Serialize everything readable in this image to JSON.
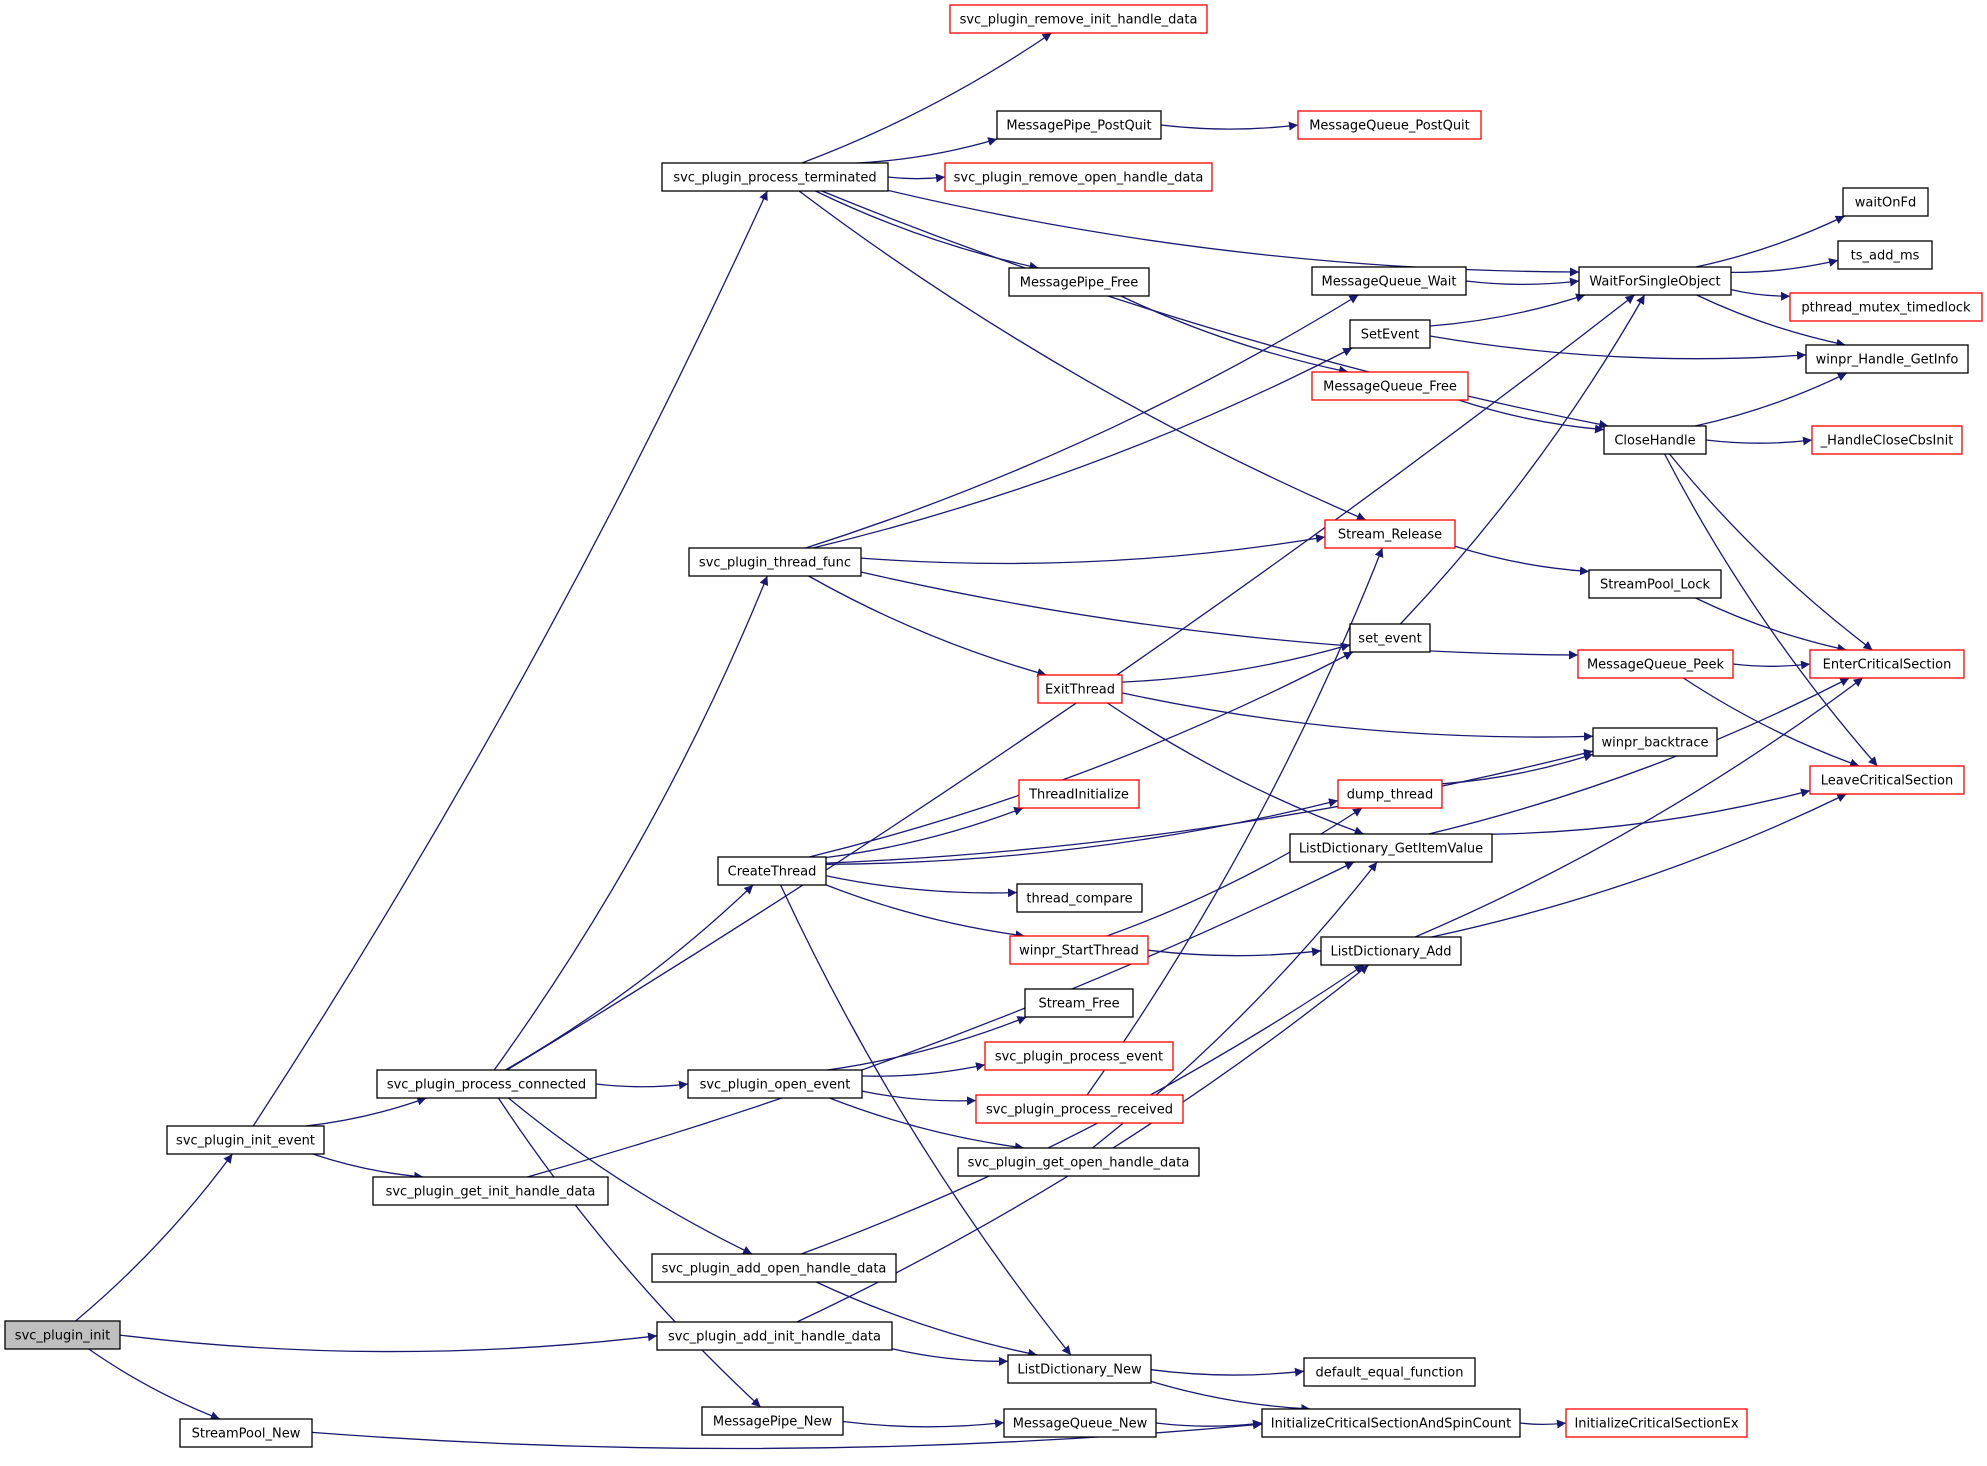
{
  "colors": {
    "edge": "#191970",
    "defined_border": "#000000",
    "undocumented_border": "#ff0000",
    "root_fill": "#bfbfbf"
  },
  "nodes": [
    {
      "id": "svc_plugin_init",
      "label": "svc_plugin_init",
      "style": "root"
    },
    {
      "id": "svc_plugin_init_event",
      "label": "svc_plugin_init_event",
      "style": "normal"
    },
    {
      "id": "StreamPool_New",
      "label": "StreamPool_New",
      "style": "normal"
    },
    {
      "id": "svc_plugin_process_connected",
      "label": "svc_plugin_process_connected",
      "style": "normal"
    },
    {
      "id": "svc_plugin_get_init_handle_data",
      "label": "svc_plugin_get_init_handle_data",
      "style": "normal"
    },
    {
      "id": "svc_plugin_add_open_handle_data",
      "label": "svc_plugin_add_open_handle_data",
      "style": "normal"
    },
    {
      "id": "svc_plugin_add_init_handle_data",
      "label": "svc_plugin_add_init_handle_data",
      "style": "normal"
    },
    {
      "id": "svc_plugin_process_terminated",
      "label": "svc_plugin_process_terminated",
      "style": "normal"
    },
    {
      "id": "svc_plugin_thread_func",
      "label": "svc_plugin_thread_func",
      "style": "normal"
    },
    {
      "id": "CreateThread",
      "label": "CreateThread",
      "style": "normal"
    },
    {
      "id": "svc_plugin_open_event",
      "label": "svc_plugin_open_event",
      "style": "normal"
    },
    {
      "id": "MessagePipe_New",
      "label": "MessagePipe_New",
      "style": "normal"
    },
    {
      "id": "svc_plugin_remove_init_handle_data",
      "label": "svc_plugin_remove_init_handle_data",
      "style": "red"
    },
    {
      "id": "MessagePipe_PostQuit",
      "label": "MessagePipe_PostQuit",
      "style": "normal"
    },
    {
      "id": "svc_plugin_remove_open_handle_data",
      "label": "svc_plugin_remove_open_handle_data",
      "style": "red"
    },
    {
      "id": "MessagePipe_Free",
      "label": "MessagePipe_Free",
      "style": "normal"
    },
    {
      "id": "ExitThread",
      "label": "ExitThread",
      "style": "red"
    },
    {
      "id": "ThreadInitialize",
      "label": "ThreadInitialize",
      "style": "red"
    },
    {
      "id": "thread_compare",
      "label": "thread_compare",
      "style": "normal"
    },
    {
      "id": "winpr_StartThread",
      "label": "winpr_StartThread",
      "style": "red"
    },
    {
      "id": "Stream_Free",
      "label": "Stream_Free",
      "style": "normal"
    },
    {
      "id": "svc_plugin_process_event",
      "label": "svc_plugin_process_event",
      "style": "red"
    },
    {
      "id": "svc_plugin_process_received",
      "label": "svc_plugin_process_received",
      "style": "red"
    },
    {
      "id": "svc_plugin_get_open_handle_data",
      "label": "svc_plugin_get_open_handle_data",
      "style": "normal"
    },
    {
      "id": "ListDictionary_New",
      "label": "ListDictionary_New",
      "style": "normal"
    },
    {
      "id": "MessageQueue_New",
      "label": "MessageQueue_New",
      "style": "normal"
    },
    {
      "id": "MessageQueue_PostQuit",
      "label": "MessageQueue_PostQuit",
      "style": "red"
    },
    {
      "id": "MessageQueue_Wait",
      "label": "MessageQueue_Wait",
      "style": "normal"
    },
    {
      "id": "SetEvent",
      "label": "SetEvent",
      "style": "normal"
    },
    {
      "id": "MessageQueue_Free",
      "label": "MessageQueue_Free",
      "style": "red"
    },
    {
      "id": "Stream_Release",
      "label": "Stream_Release",
      "style": "red"
    },
    {
      "id": "set_event",
      "label": "set_event",
      "style": "normal"
    },
    {
      "id": "dump_thread",
      "label": "dump_thread",
      "style": "red"
    },
    {
      "id": "ListDictionary_GetItemValue",
      "label": "ListDictionary_GetItemValue",
      "style": "normal"
    },
    {
      "id": "ListDictionary_Add",
      "label": "ListDictionary_Add",
      "style": "normal"
    },
    {
      "id": "default_equal_function",
      "label": "default_equal_function",
      "style": "normal"
    },
    {
      "id": "InitializeCriticalSectionAndSpinCount",
      "label": "InitializeCriticalSectionAndSpinCount",
      "style": "normal"
    },
    {
      "id": "WaitForSingleObject",
      "label": "WaitForSingleObject",
      "style": "normal"
    },
    {
      "id": "CloseHandle",
      "label": "CloseHandle",
      "style": "normal"
    },
    {
      "id": "StreamPool_Lock",
      "label": "StreamPool_Lock",
      "style": "normal"
    },
    {
      "id": "MessageQueue_Peek",
      "label": "MessageQueue_Peek",
      "style": "red"
    },
    {
      "id": "winpr_backtrace",
      "label": "winpr_backtrace",
      "style": "normal"
    },
    {
      "id": "InitializeCriticalSectionEx",
      "label": "InitializeCriticalSectionEx",
      "style": "red"
    },
    {
      "id": "waitOnFd",
      "label": "waitOnFd",
      "style": "normal"
    },
    {
      "id": "ts_add_ms",
      "label": "ts_add_ms",
      "style": "normal"
    },
    {
      "id": "pthread_mutex_timedlock",
      "label": "pthread_mutex_timedlock",
      "style": "red"
    },
    {
      "id": "winpr_Handle_GetInfo",
      "label": "winpr_Handle_GetInfo",
      "style": "normal"
    },
    {
      "id": "_HandleCloseCbsInit",
      "label": "_HandleCloseCbsInit",
      "style": "red"
    },
    {
      "id": "EnterCriticalSection",
      "label": "EnterCriticalSection",
      "style": "red"
    },
    {
      "id": "LeaveCriticalSection",
      "label": "LeaveCriticalSection",
      "style": "red"
    }
  ],
  "edges": [
    [
      "svc_plugin_init",
      "svc_plugin_init_event"
    ],
    [
      "svc_plugin_init",
      "svc_plugin_add_init_handle_data"
    ],
    [
      "svc_plugin_init",
      "StreamPool_New"
    ],
    [
      "svc_plugin_init_event",
      "svc_plugin_process_terminated"
    ],
    [
      "svc_plugin_init_event",
      "svc_plugin_process_connected"
    ],
    [
      "svc_plugin_init_event",
      "svc_plugin_get_init_handle_data"
    ],
    [
      "StreamPool_New",
      "InitializeCriticalSectionAndSpinCount"
    ],
    [
      "svc_plugin_process_connected",
      "svc_plugin_thread_func"
    ],
    [
      "svc_plugin_process_connected",
      "WaitForSingleObject"
    ],
    [
      "svc_plugin_process_connected",
      "CreateThread"
    ],
    [
      "svc_plugin_process_connected",
      "svc_plugin_open_event"
    ],
    [
      "svc_plugin_process_connected",
      "svc_plugin_add_open_handle_data"
    ],
    [
      "svc_plugin_process_connected",
      "MessagePipe_New"
    ],
    [
      "svc_plugin_get_init_handle_data",
      "ListDictionary_GetItemValue"
    ],
    [
      "svc_plugin_add_open_handle_data",
      "ListDictionary_Add"
    ],
    [
      "svc_plugin_add_open_handle_data",
      "ListDictionary_New"
    ],
    [
      "svc_plugin_add_init_handle_data",
      "ListDictionary_Add"
    ],
    [
      "svc_plugin_add_init_handle_data",
      "ListDictionary_New"
    ],
    [
      "svc_plugin_process_terminated",
      "svc_plugin_remove_init_handle_data"
    ],
    [
      "svc_plugin_process_terminated",
      "WaitForSingleObject"
    ],
    [
      "svc_plugin_process_terminated",
      "MessagePipe_PostQuit"
    ],
    [
      "svc_plugin_process_terminated",
      "svc_plugin_remove_open_handle_data"
    ],
    [
      "svc_plugin_process_terminated",
      "MessagePipe_Free"
    ],
    [
      "svc_plugin_process_terminated",
      "CloseHandle"
    ],
    [
      "svc_plugin_process_terminated",
      "Stream_Release"
    ],
    [
      "svc_plugin_thread_func",
      "MessageQueue_Wait"
    ],
    [
      "svc_plugin_thread_func",
      "SetEvent"
    ],
    [
      "svc_plugin_thread_func",
      "Stream_Release"
    ],
    [
      "svc_plugin_thread_func",
      "MessageQueue_Peek"
    ],
    [
      "svc_plugin_thread_func",
      "ExitThread"
    ],
    [
      "CreateThread",
      "set_event"
    ],
    [
      "CreateThread",
      "winpr_backtrace"
    ],
    [
      "CreateThread",
      "ThreadInitialize"
    ],
    [
      "CreateThread",
      "dump_thread"
    ],
    [
      "CreateThread",
      "thread_compare"
    ],
    [
      "CreateThread",
      "winpr_StartThread"
    ],
    [
      "CreateThread",
      "ListDictionary_New"
    ],
    [
      "svc_plugin_open_event",
      "Stream_Free"
    ],
    [
      "svc_plugin_open_event",
      "svc_plugin_process_event"
    ],
    [
      "svc_plugin_open_event",
      "svc_plugin_process_received"
    ],
    [
      "svc_plugin_open_event",
      "svc_plugin_get_open_handle_data"
    ],
    [
      "MessagePipe_New",
      "MessageQueue_New"
    ],
    [
      "MessagePipe_PostQuit",
      "MessageQueue_PostQuit"
    ],
    [
      "MessagePipe_Free",
      "MessageQueue_Free"
    ],
    [
      "ExitThread",
      "set_event"
    ],
    [
      "ExitThread",
      "winpr_backtrace"
    ],
    [
      "ExitThread",
      "ListDictionary_GetItemValue"
    ],
    [
      "winpr_StartThread",
      "dump_thread"
    ],
    [
      "winpr_StartThread",
      "ListDictionary_Add"
    ],
    [
      "svc_plugin_process_received",
      "Stream_Release"
    ],
    [
      "svc_plugin_get_open_handle_data",
      "ListDictionary_GetItemValue"
    ],
    [
      "ListDictionary_New",
      "default_equal_function"
    ],
    [
      "ListDictionary_New",
      "InitializeCriticalSectionAndSpinCount"
    ],
    [
      "MessageQueue_New",
      "InitializeCriticalSectionAndSpinCount"
    ],
    [
      "MessageQueue_Wait",
      "WaitForSingleObject"
    ],
    [
      "SetEvent",
      "WaitForSingleObject"
    ],
    [
      "SetEvent",
      "winpr_Handle_GetInfo"
    ],
    [
      "MessageQueue_Free",
      "CloseHandle"
    ],
    [
      "Stream_Release",
      "StreamPool_Lock"
    ],
    [
      "set_event",
      "WaitForSingleObject"
    ],
    [
      "dump_thread",
      "winpr_backtrace"
    ],
    [
      "ListDictionary_GetItemValue",
      "EnterCriticalSection"
    ],
    [
      "ListDictionary_GetItemValue",
      "LeaveCriticalSection"
    ],
    [
      "ListDictionary_Add",
      "EnterCriticalSection"
    ],
    [
      "ListDictionary_Add",
      "LeaveCriticalSection"
    ],
    [
      "InitializeCriticalSectionAndSpinCount",
      "InitializeCriticalSectionEx"
    ],
    [
      "WaitForSingleObject",
      "waitOnFd"
    ],
    [
      "WaitForSingleObject",
      "ts_add_ms"
    ],
    [
      "WaitForSingleObject",
      "pthread_mutex_timedlock"
    ],
    [
      "WaitForSingleObject",
      "winpr_Handle_GetInfo"
    ],
    [
      "CloseHandle",
      "winpr_Handle_GetInfo"
    ],
    [
      "CloseHandle",
      "_HandleCloseCbsInit"
    ],
    [
      "CloseHandle",
      "EnterCriticalSection"
    ],
    [
      "CloseHandle",
      "LeaveCriticalSection"
    ],
    [
      "StreamPool_Lock",
      "EnterCriticalSection"
    ],
    [
      "MessageQueue_Peek",
      "EnterCriticalSection"
    ],
    [
      "MessageQueue_Peek",
      "LeaveCriticalSection"
    ]
  ]
}
